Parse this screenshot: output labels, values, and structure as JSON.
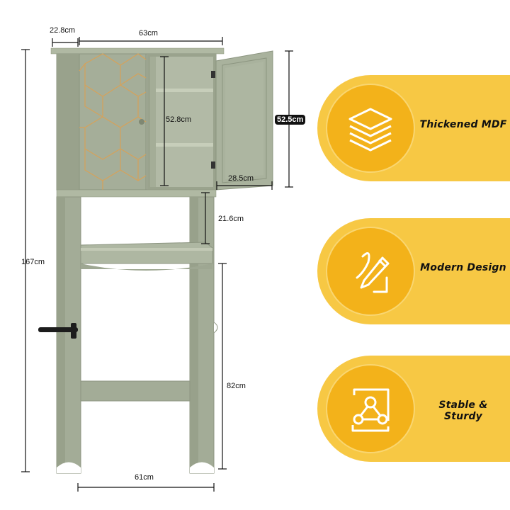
{
  "dimensions": {
    "depth": "22.8cm",
    "top_width": "63cm",
    "total_height": "167cm",
    "cabinet_inner_height": "52.8cm",
    "cabinet_height": "52.5cm",
    "door_width": "28.5cm",
    "shelf_gap": "21.6cm",
    "leg_height": "82cm",
    "base_width": "61cm"
  },
  "features": [
    {
      "label": "Thickened MDF",
      "icon": "layers-icon"
    },
    {
      "label": "Modern Design",
      "icon": "pencil-icon"
    },
    {
      "label": "Stable & Sturdy",
      "icon": "triangle-nodes-icon"
    }
  ],
  "colors": {
    "cabinet": "#a3ac97",
    "cabinet_dark": "#8c9580",
    "gold_lines": "#d6a25a",
    "feature_bg": "#f7c844",
    "feature_circle": "#f3b21a"
  }
}
